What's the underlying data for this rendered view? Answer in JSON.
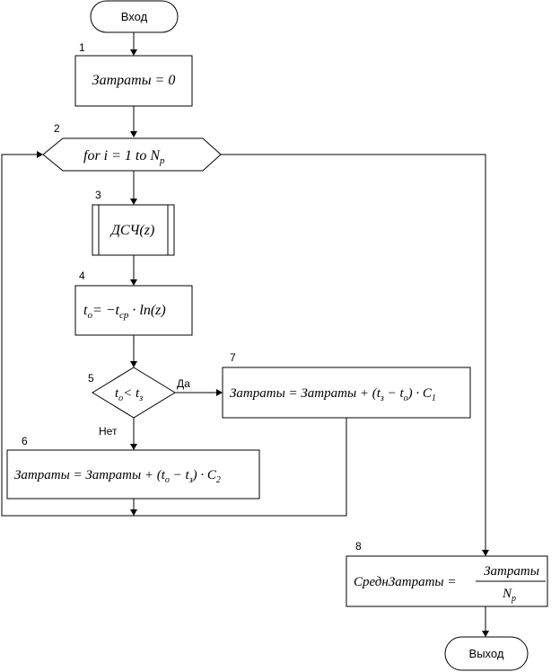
{
  "terminals": {
    "start": "Вход",
    "end": "Выход"
  },
  "blocks": [
    {
      "num": "1",
      "text": "Затраты = 0"
    },
    {
      "num": "2",
      "text": "for i = 1  to  N",
      "sub": "p"
    },
    {
      "num": "3",
      "text": "ДСЧ(z)"
    },
    {
      "num": "4",
      "text": "= −t",
      "sub_pre": "o",
      "sub": "cp",
      "tail": " · ln(z)",
      "lead": "t"
    },
    {
      "num": "5",
      "text": "< t",
      "lead": "t",
      "sub_pre": "o",
      "sub": "з"
    },
    {
      "num": "6",
      "text": "Затраты = Затраты + (t",
      "sub_a": "o",
      "mid": " − t",
      "sub_b": "з",
      "tail": ") · C",
      "sub_c": "2"
    },
    {
      "num": "7",
      "text": "Затраты = Затраты + (t",
      "sub_a": "з",
      "mid": " − t",
      "sub_b": "o",
      "tail": ") · C",
      "sub_c": "1"
    },
    {
      "num": "8",
      "text": "СреднЗатраты =",
      "numer": "Затраты",
      "denom": "N",
      "denom_sub": "p"
    }
  ],
  "branches": {
    "yes": "Да",
    "no": "Нет"
  }
}
